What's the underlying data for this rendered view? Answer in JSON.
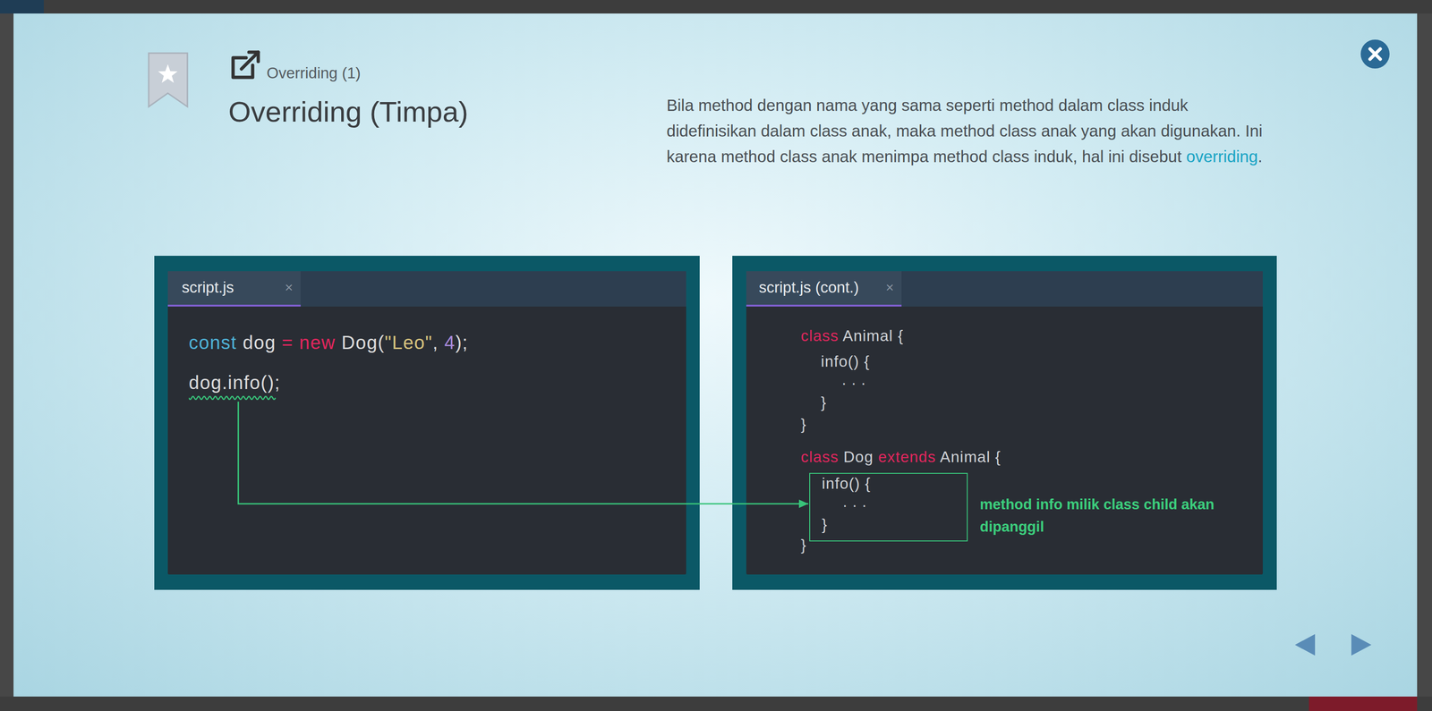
{
  "diagram": {
    "title": "Overriding (Timpa)",
    "nodes": [
      {
        "text": [
          "script.js",
          "×",
          "const dog = new Dog(\"Leo\", 4);"
        ]
      },
      {
        "text": [
          "dog.info();"
        ],
        "in": 0
      },
      {
        "text": [
          "script.js (cont.)",
          "×",
          "class Animal {",
          "info() {",
          ". . .",
          "}",
          "}",
          "class Dog extends Animal {",
          "}"
        ]
      },
      {
        "text": [
          "info() {",
          ". . .",
          "}"
        ],
        "in": 2
      }
    ],
    "edges": [
      {
        "from": 1,
        "to": 3,
        "arrow": "to"
      }
    ],
    "labels": [
      "Overriding (1)",
      "Bila method dengan nama yang sama seperti method dalam class induk didefinisikan dalam class anak, maka method class anak yang akan digunakan. Ini karena method class anak menimpa method class induk, hal ini disebut overriding.",
      "method info milik class child akan dipanggil"
    ]
  }
}
